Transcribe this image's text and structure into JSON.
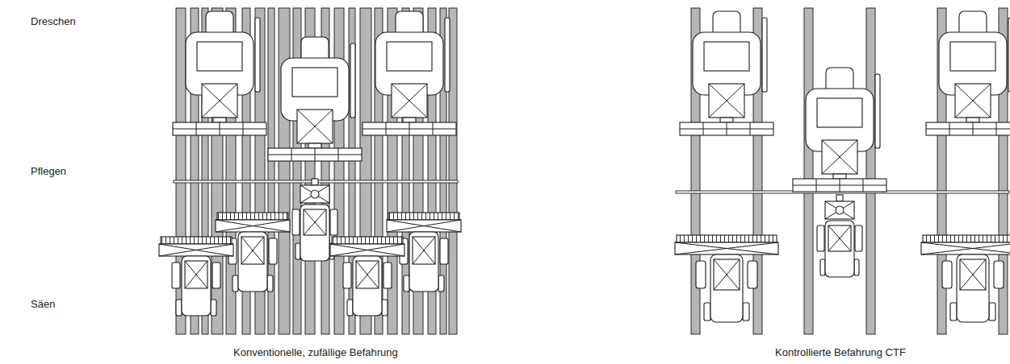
{
  "diagram": {
    "labels": [
      "Dreschen",
      "Pflegen",
      "Säen",
      "Konventionelle, zufällige Befahrung",
      "Kontrollierte Befahrung CTF"
    ]
  }
}
